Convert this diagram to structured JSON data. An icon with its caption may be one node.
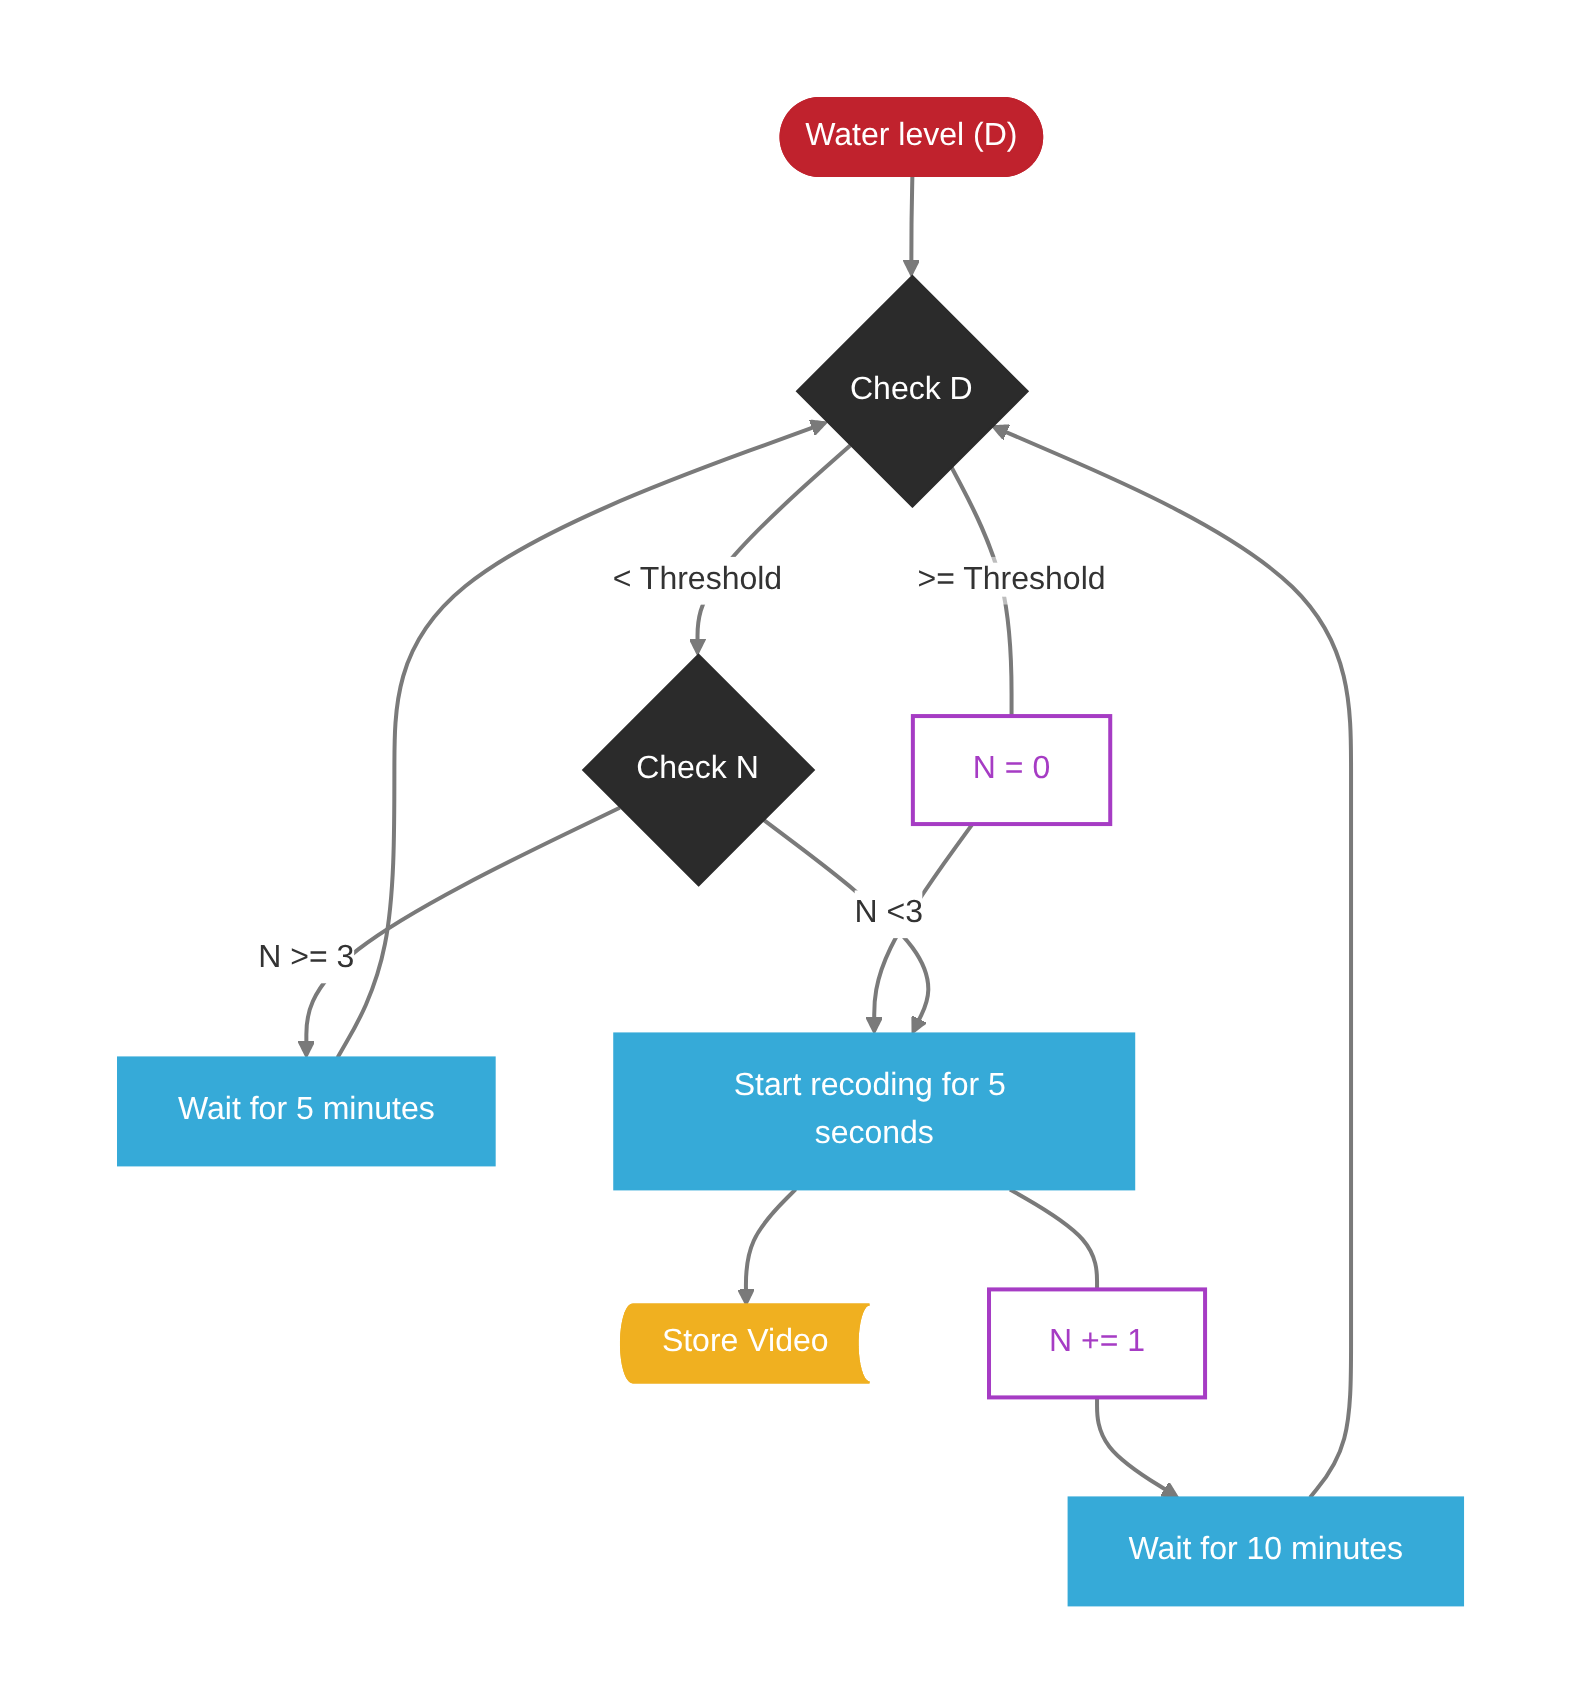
{
  "diagram": {
    "nodes": [
      {
        "text": [
          "Water level (D)"
        ]
      },
      {
        "text": [
          "Wait for 5 minutes"
        ]
      },
      {
        "text": [
          "Check D"
        ]
      },
      {
        "text": [
          "Check N"
        ]
      },
      {
        "text": [
          "N = 0"
        ]
      },
      {
        "text": [
          "Store Video"
        ]
      },
      {
        "text": [
          "Start recoding for 5 seconds"
        ]
      },
      {
        "text": [
          "N += 1"
        ]
      },
      {
        "text": [
          "Wait for 10 minutes"
        ]
      }
    ],
    "edges": [
      {
        "from": 0,
        "to": 2,
        "arrow": "to"
      },
      {
        "from": 1,
        "to": 2,
        "arrow": "to"
      },
      {
        "from": 2,
        "to": 3,
        "arrow": "to",
        "label": "< Threshold"
      },
      {
        "from": 3,
        "to": 1,
        "arrow": "to",
        "label": "N >= 3"
      },
      {
        "from": 2,
        "to": 4,
        "arrow": "none",
        "label": ">= Threshold"
      },
      {
        "from": 4,
        "to": 6,
        "arrow": "to"
      },
      {
        "from": 3,
        "to": 6,
        "arrow": "to",
        "label": "N <3"
      },
      {
        "from": 6,
        "to": 5,
        "arrow": "to"
      },
      {
        "from": 6,
        "to": 7,
        "arrow": "none"
      },
      {
        "from": 7,
        "to": 8,
        "arrow": "to"
      },
      {
        "from": 8,
        "to": 2,
        "arrow": "to"
      }
    ]
  }
}
